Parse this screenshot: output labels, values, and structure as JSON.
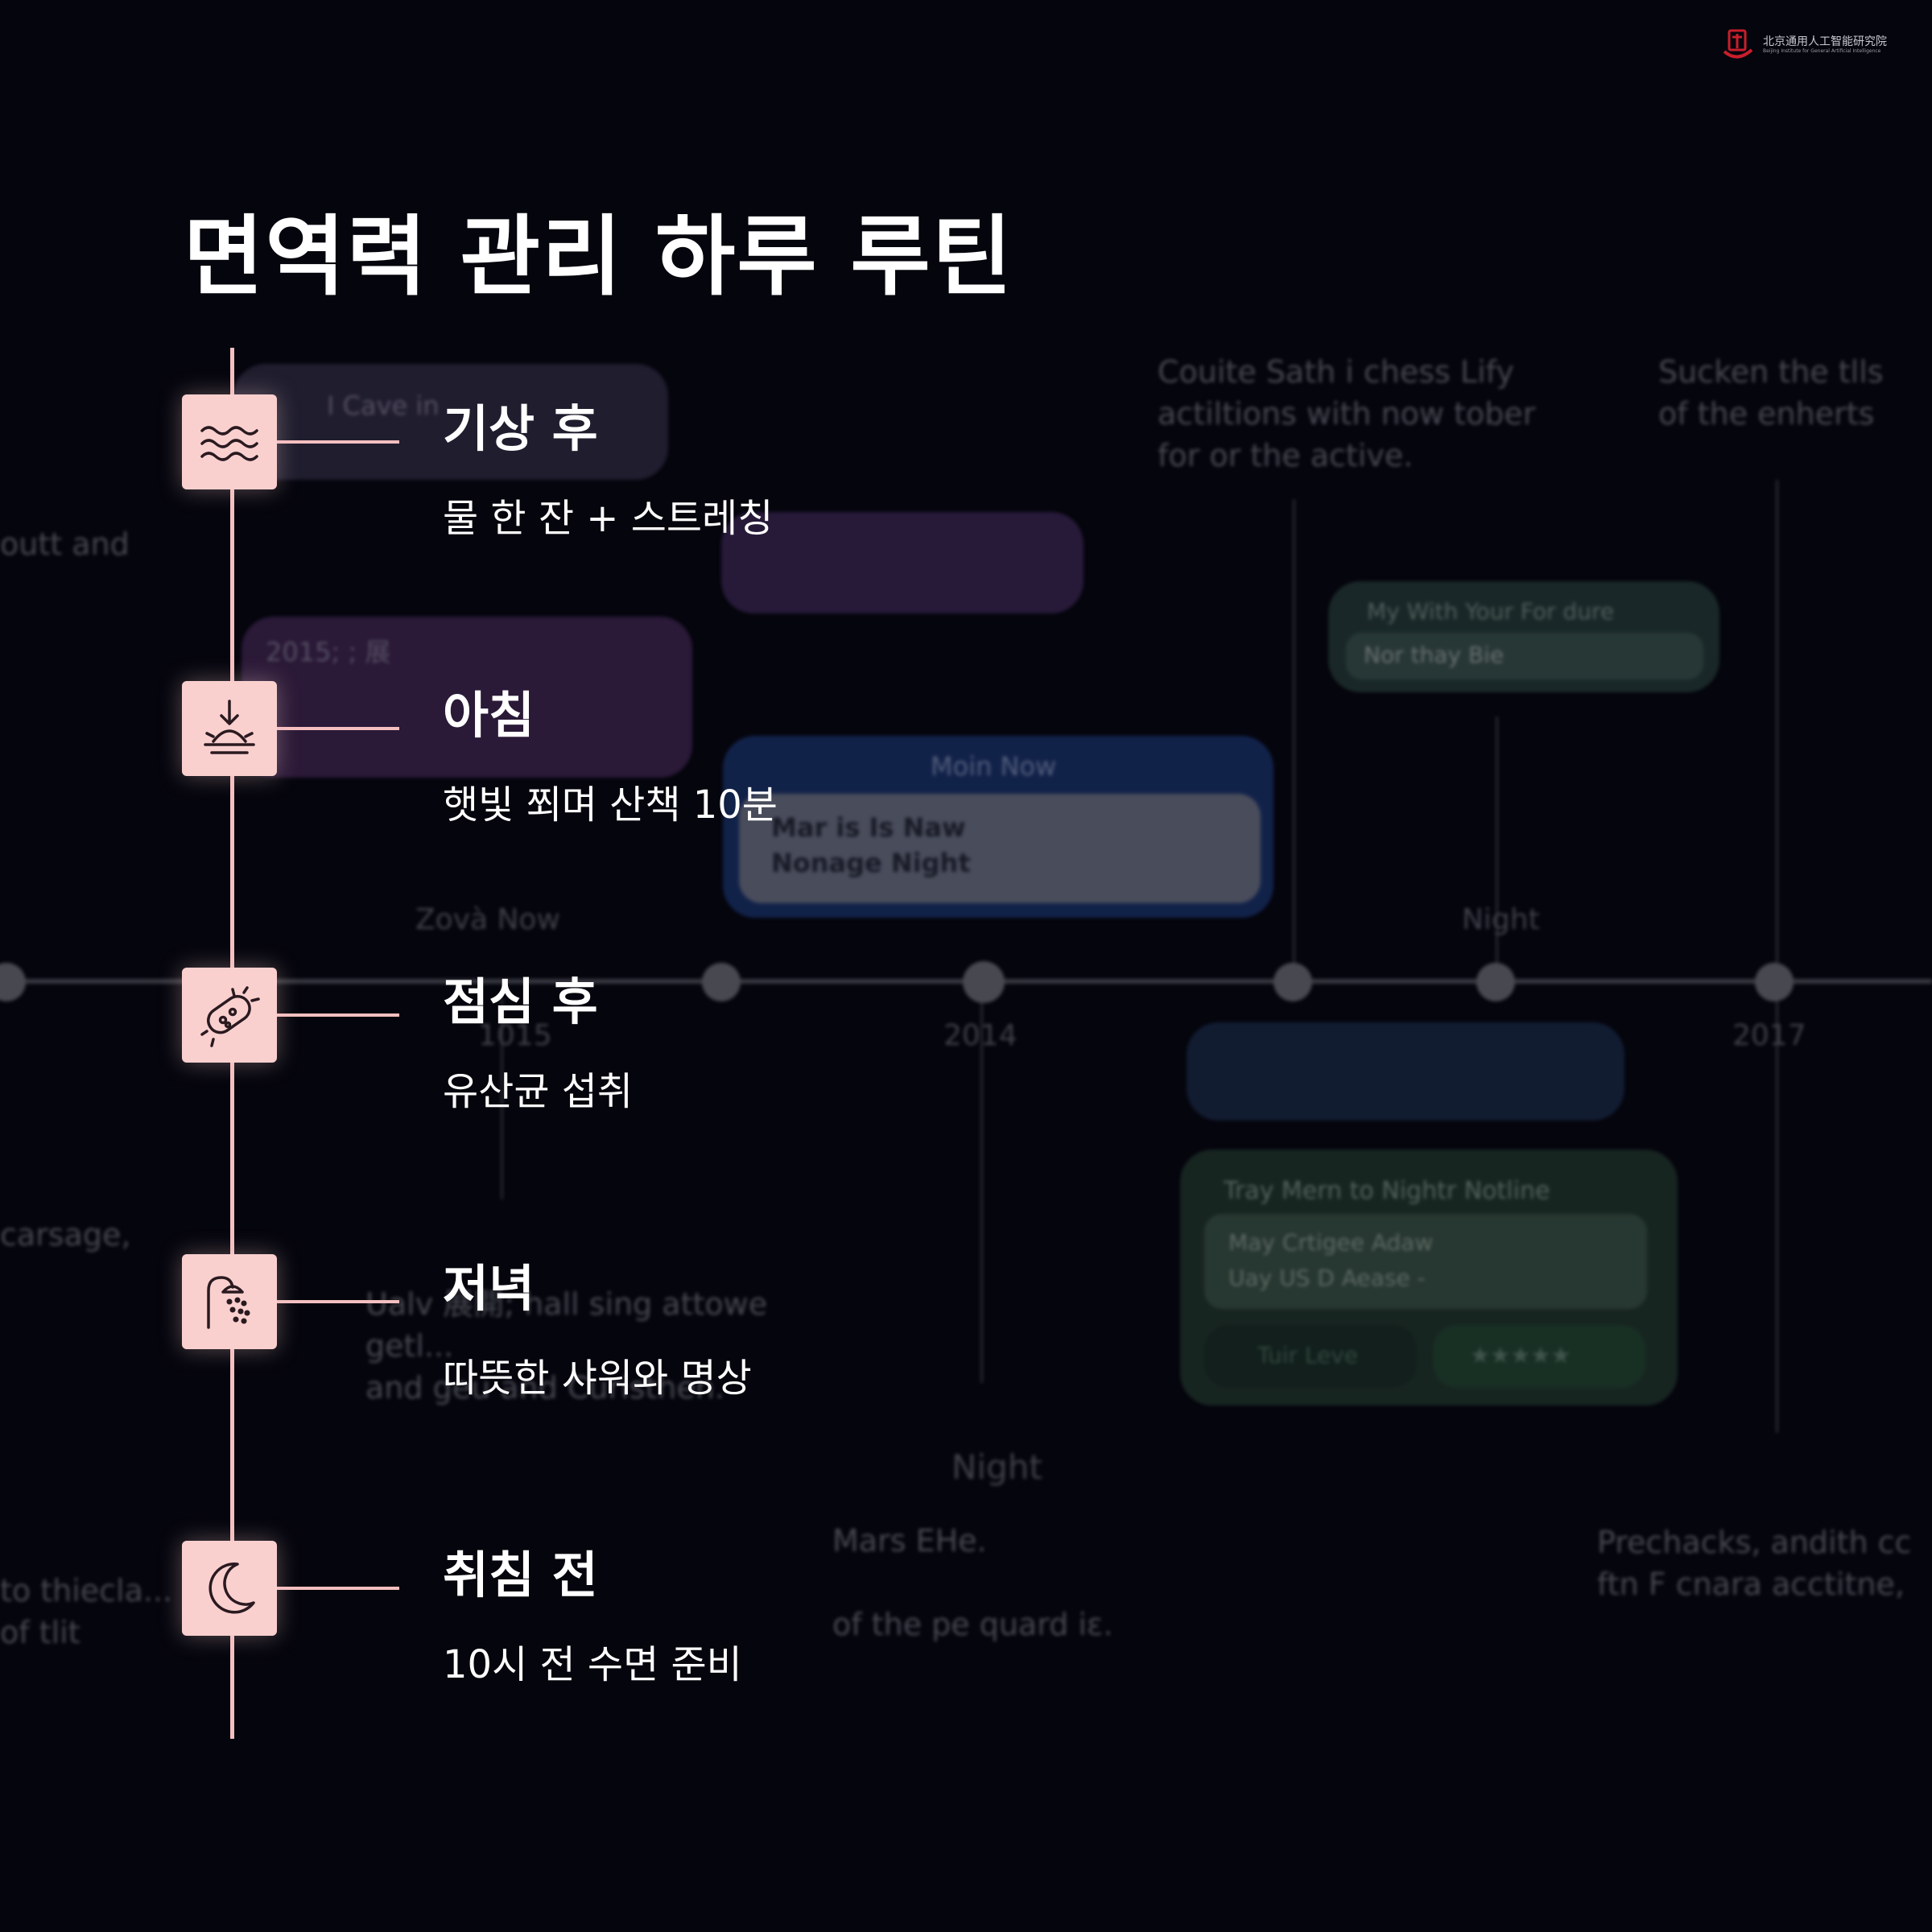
{
  "title": "면역력 관리 하루 루틴",
  "logo": {
    "name": "北京通用人工智能研究院",
    "subtitle": "Beijing Institute for General Artificial Intelligence",
    "accent": "#c81e2b"
  },
  "steps": [
    {
      "title": "기상 후",
      "desc": "물 한 잔 + 스트레칭",
      "icon": "water-waves-icon"
    },
    {
      "title": "아침",
      "desc": "햇빛 쬐며 산책 10분",
      "icon": "sunrise-icon"
    },
    {
      "title": "점심 후",
      "desc": "유산균 섭취",
      "icon": "bacteria-icon"
    },
    {
      "title": "저녁",
      "desc": "따뜻한 샤워와 명상",
      "icon": "shower-icon"
    },
    {
      "title": "취침 전",
      "desc": "10시 전 수면 준비",
      "icon": "moon-icon"
    }
  ],
  "colors": {
    "background": "#05050d",
    "accent_pink": "#fad0cf",
    "line_pink": "#f4bfc0",
    "text": "#ffffff"
  },
  "background_timeline": {
    "years": [
      "1015",
      "2014",
      "2017"
    ],
    "labels": [
      "Zovà Now",
      "Night",
      "Night"
    ],
    "texts": [
      "Couite Sath i chess Lify\nactiltions with now tober\nfor or the active.",
      "Sucken the tlls\nof the enherts",
      "outt and",
      "carsage,",
      "Ualv 展開; hall sing attowe\ngetl...\nand geu and Curisthen.",
      "Mars EHe.\n\nof the pe quard iε.",
      "Prechacks, andith cc\nftn F cnara acctitne,",
      "to thiecla...\nof tlit"
    ],
    "bubbles": [
      "I Cave in",
      "2015; ; 展",
      "Moin Now",
      "Mar is Is Naw\nNonage Night",
      "My With Your For dure",
      "Nor thay Bie",
      "Tray Mern to Nightr Notline",
      "May Crtigee Adaw\nUay US D Aease -",
      "Tuir Leve",
      "★★★★★"
    ]
  }
}
